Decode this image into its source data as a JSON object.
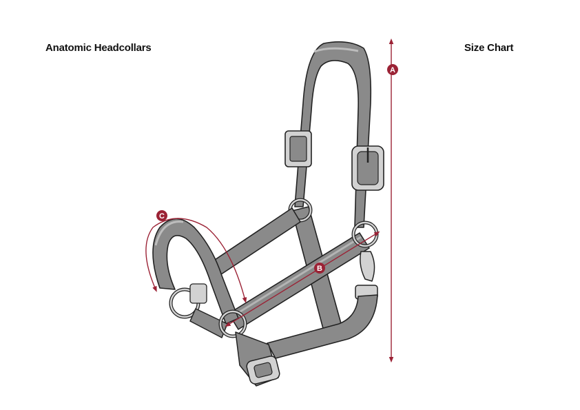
{
  "header": {
    "title": "Anatomic Headcollars",
    "section": "Size Chart"
  },
  "measurements": [
    {
      "letter": "A"
    },
    {
      "letter": "B"
    },
    {
      "letter": "C"
    }
  ],
  "colors": {
    "leather": "#8a8a8a",
    "leather_light": "#b4b4b4",
    "outline": "#222222",
    "accent": "#9b2235",
    "metal": "#d2d2d2"
  }
}
